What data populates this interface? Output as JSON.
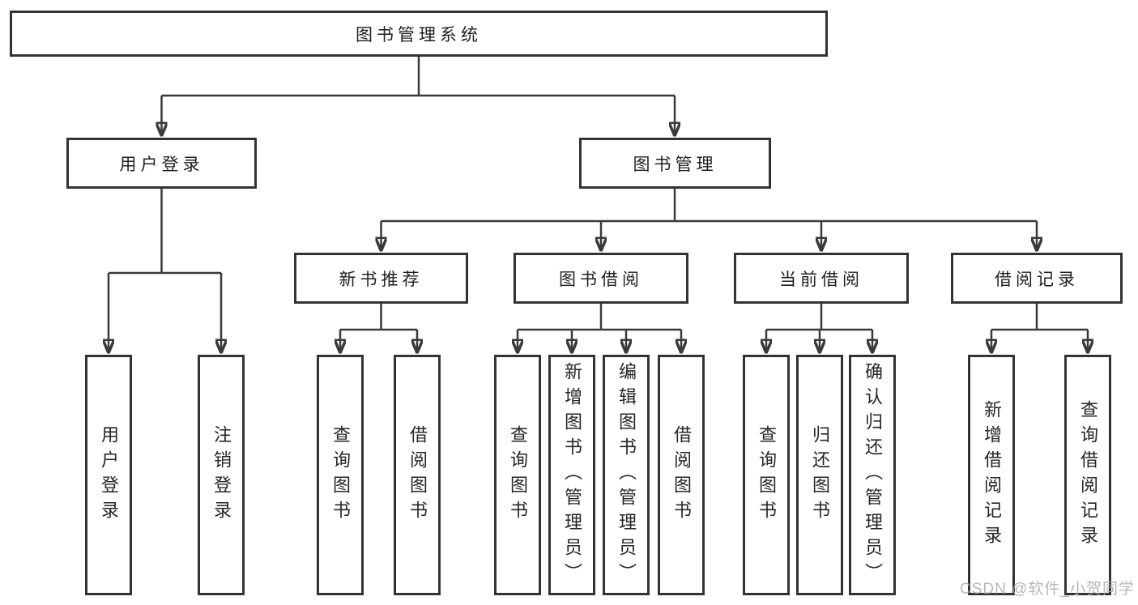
{
  "diagram": {
    "root": "图书管理系统",
    "user_login": {
      "label": "用户登录",
      "children": [
        "用户登录",
        "注销登录"
      ]
    },
    "book_management": {
      "label": "图书管理",
      "sections": [
        {
          "label": "新书推荐",
          "children": [
            "查询图书",
            "借阅图书"
          ]
        },
        {
          "label": "图书借阅",
          "children": [
            "查询图书",
            "新增图书（管理员）",
            "编辑图书（管理员）",
            "借阅图书"
          ]
        },
        {
          "label": "当前借阅",
          "children": [
            "查询图书",
            "归还图书",
            "确认归还（管理员）"
          ]
        },
        {
          "label": "借阅记录",
          "children": [
            "新增借阅记录",
            "查询借阅记录"
          ]
        }
      ]
    }
  },
  "watermark": "CSDN @软件_小贺同学",
  "colors": {
    "line": "#3a3a3a",
    "box_border": "#333333",
    "text": "#1f1f1f",
    "watermark": "#aaaaaa",
    "background": "#ffffff"
  }
}
